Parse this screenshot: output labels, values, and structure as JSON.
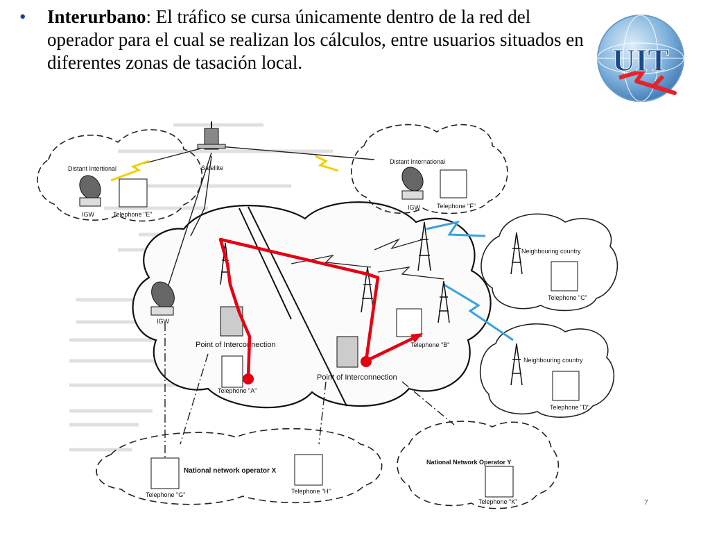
{
  "bullet": {
    "symbol": "•",
    "term": "Interurbano",
    "text": ": El tráfico se cursa únicamente dentro de la red del operador para el cual se realizan los cálculos, entre usuarios situados en diferentes zonas de tasación local."
  },
  "logo": {
    "text": "UIT"
  },
  "diagram": {
    "clouds": {
      "distant_left": "Distant Intertional",
      "distant_right": "Distant International",
      "neighbour_c": "Neighbouring country",
      "neighbour_d": "Neighbouring country",
      "nat_x": "National network operator X",
      "nat_y": "National Network Operator Y"
    },
    "nodes": {
      "satellite": "Satellite",
      "igw_left": "IGW",
      "igw_right": "IGW",
      "igw_main": "IGW",
      "poi_left": "Point of Interconnection",
      "poi_right": "Point of Interconnection"
    },
    "telephones": {
      "a": "Telephone \"A\"",
      "b": "Telephone \"B\"",
      "c": "Telephone \"C\"",
      "d": "Telephone \"D\"",
      "e": "Telephone \"E\"",
      "f": "Telephone \"F\"",
      "g": "Telephone \"G\"",
      "h": "Telephone \"H\"",
      "k": "Telephone \"K\""
    },
    "route_color": "#e60012"
  },
  "page_number": "7"
}
